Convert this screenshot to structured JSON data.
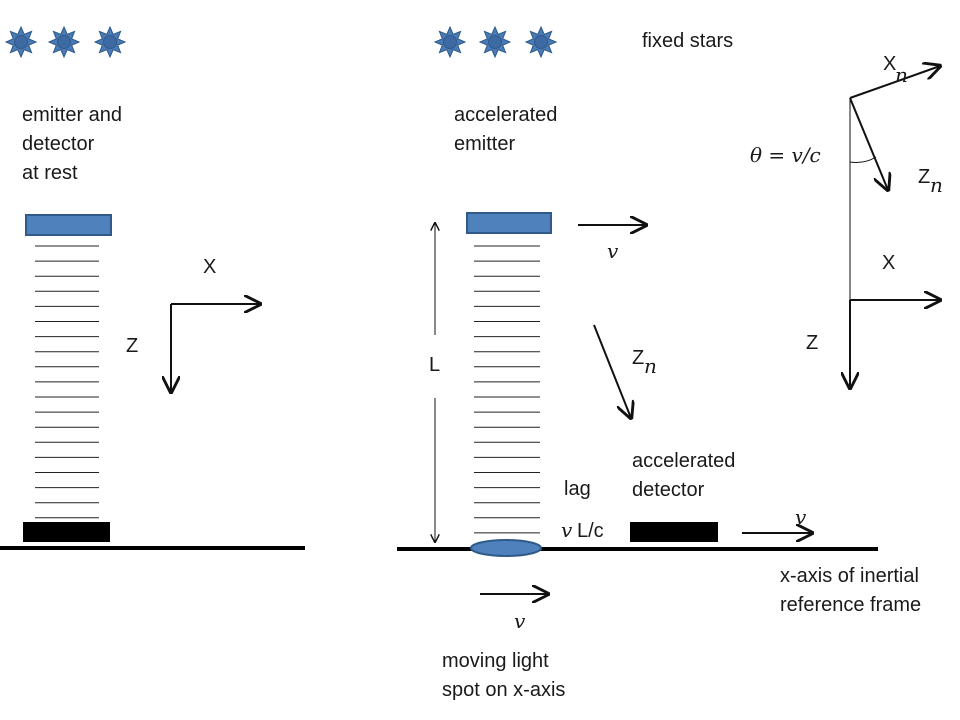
{
  "labels": {
    "fixed_stars": "fixed stars",
    "rest_caption": [
      "emitter and",
      "detector",
      "at rest"
    ],
    "accel_emitter_caption": [
      "accelerated",
      "emitter"
    ],
    "accel_detector_caption": [
      "accelerated",
      "detector"
    ],
    "axis_x": "X",
    "axis_z": "Z",
    "axis_xn_main": "X",
    "axis_zn_main": "Z",
    "subscript_n": "n",
    "length_L": "L",
    "velocity": "v",
    "lag": "lag",
    "lag_value": "L/c",
    "theta_eq": "θ = v/c",
    "x_axis_caption": [
      "x-axis of inertial",
      "reference frame"
    ],
    "light_spot_caption": [
      "moving light",
      "spot on x-axis"
    ]
  },
  "colors": {
    "star_fill": "#4a7bb5",
    "star_stroke": "#2f5a8a",
    "star_center": "#3d6aa3",
    "emitter_fill": "#4f81bd",
    "emitter_stroke": "#2f5a8a",
    "detector_fill": "#000000",
    "spot_fill": "#4f81bd"
  },
  "icons": {
    "star": "eight-point-star-icon"
  }
}
